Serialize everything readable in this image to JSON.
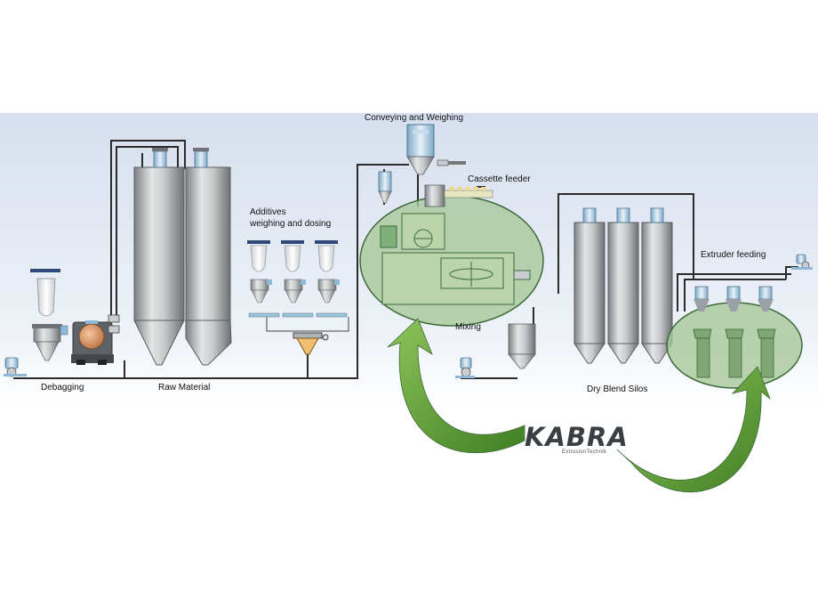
{
  "labels": {
    "debagging": "Debagging",
    "raw_material": "Raw Material",
    "additives_line1": "Additives",
    "additives_line2": "weighing and dosing",
    "conveying": "Conveying and Weighing",
    "cassette": "Cassette feeder",
    "mixing": "Mixing",
    "dry_blend": "Dry Blend Silos",
    "extruder": "Extruder feeding"
  },
  "logo": {
    "word": "KABRA",
    "sub": "ExtrusionTechnik"
  },
  "colors": {
    "background_band": "#e2e8f2",
    "highlight_fill": "#a8c89a",
    "highlight_stroke": "#3d6b3a",
    "arrow_green": "#5a9a30",
    "pipe": "#2b2b2b",
    "silo_steel": "#b5b7b9",
    "accent_blue": "#8fb8d8"
  },
  "icons": [
    "silo-icon",
    "hopper-icon",
    "blower-icon",
    "mixer-icon",
    "filter-receiver-icon",
    "screw-feeder-icon"
  ]
}
